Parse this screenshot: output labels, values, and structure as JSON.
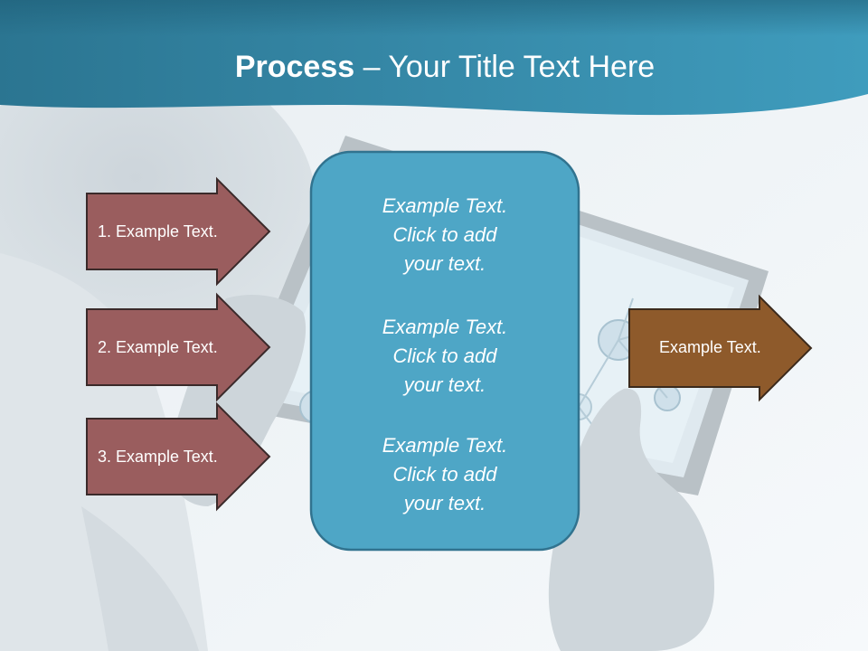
{
  "title": {
    "strong": "Process",
    "rest": " – Your Title Text Here"
  },
  "left_arrows": [
    {
      "label": "1. Example Text."
    },
    {
      "label": "2. Example Text."
    },
    {
      "label": "3. Example Text."
    }
  ],
  "center_box": {
    "blocks": [
      {
        "line1": "Example Text.",
        "line2": "Click  to add",
        "line3": "your text."
      },
      {
        "line1": "Example Text.",
        "line2": "Click  to add",
        "line3": "your text."
      },
      {
        "line1": "Example Text.",
        "line2": "Click  to add",
        "line3": "your text."
      }
    ]
  },
  "right_arrow": {
    "label": "Example Text."
  },
  "colors": {
    "header_top": "#2d7d99",
    "header_bottom": "#3e97b8",
    "left_arrow_fill": "#9a5d5e",
    "center_box_fill": "#4ea6c6",
    "center_box_stroke": "#31738f",
    "right_arrow_fill": "#8e5a2b"
  }
}
